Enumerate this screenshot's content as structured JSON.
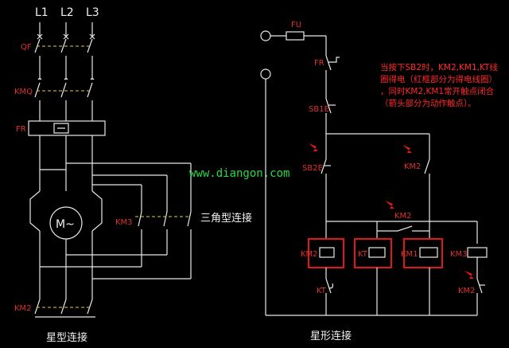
{
  "phases": [
    "L1",
    "L2",
    "L3"
  ],
  "left_labels": {
    "qf": "QF",
    "kmq": "KMQ",
    "fr": "FR",
    "motor": "M~",
    "km3": "KM3",
    "km2": "KM2",
    "delta_caption": "三角型连接",
    "star_caption": "星型连接"
  },
  "right_labels": {
    "fu": "FU",
    "fr": "FR",
    "sb1": "SB1E",
    "sb2": "SB2E",
    "km2_contact": "KM2",
    "km2_nc": "KM2",
    "km2_coil": "KM2",
    "kt_coil": "KT",
    "km1_coil": "KM1",
    "km3_coil": "KM3",
    "kt_contact": "KT",
    "km2_bottom": "KM2",
    "star_caption": "星形连接"
  },
  "watermark": "www.diangon.com",
  "note_lines": [
    "当按下SB2时，KM2,KM1,KT线",
    "圈得电（红框部分为得电线圈）",
    "，同时KM2,KM1常开触点闭合",
    "（箭头部分为动作触点）。"
  ],
  "colors": {
    "background": "#000000",
    "wire": "#e8e8e8",
    "label": "#e03030",
    "highlight": "#e01818",
    "mechanical_link": "#e6d23c",
    "watermark": "#2ad84a"
  }
}
